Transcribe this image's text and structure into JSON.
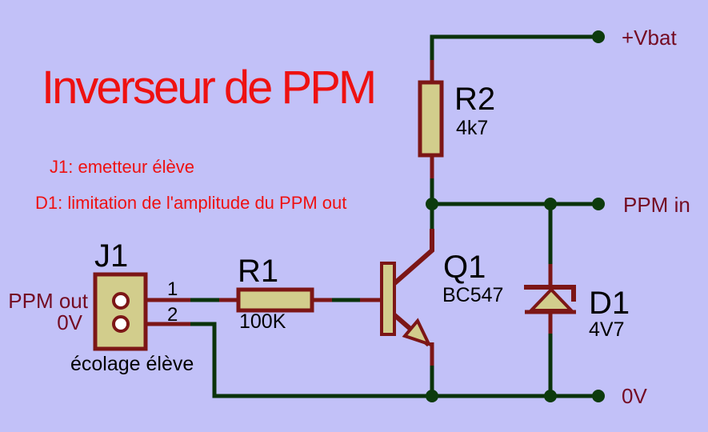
{
  "title": "Inverseur de PPM",
  "notes": {
    "j1_note": "J1: emetteur élève",
    "d1_note": "D1: limitation de l'amplitude du PPM out"
  },
  "components": {
    "j1": {
      "ref": "J1",
      "note": "écolage élève",
      "pin1": "1",
      "pin2": "2"
    },
    "r1": {
      "ref": "R1",
      "value": "100K"
    },
    "r2": {
      "ref": "R2",
      "value": "4k7"
    },
    "q1": {
      "ref": "Q1",
      "value": "BC547"
    },
    "d1": {
      "ref": "D1",
      "value": "4V7"
    }
  },
  "nets": {
    "vbat": "+Vbat",
    "ppm_in": "PPM in",
    "ppm_out": "PPM out",
    "ov_left": "0V",
    "ov_right": "0V"
  },
  "colors": {
    "bg": "#C2C1F8",
    "wire": "#0B330B",
    "dot": "#0D3B0D",
    "pin": "#7C1616",
    "fill": "#D2CD8C",
    "pad": "#FFFFFF",
    "red": "#EE1111",
    "net": "#740B22",
    "black": "#000000"
  }
}
